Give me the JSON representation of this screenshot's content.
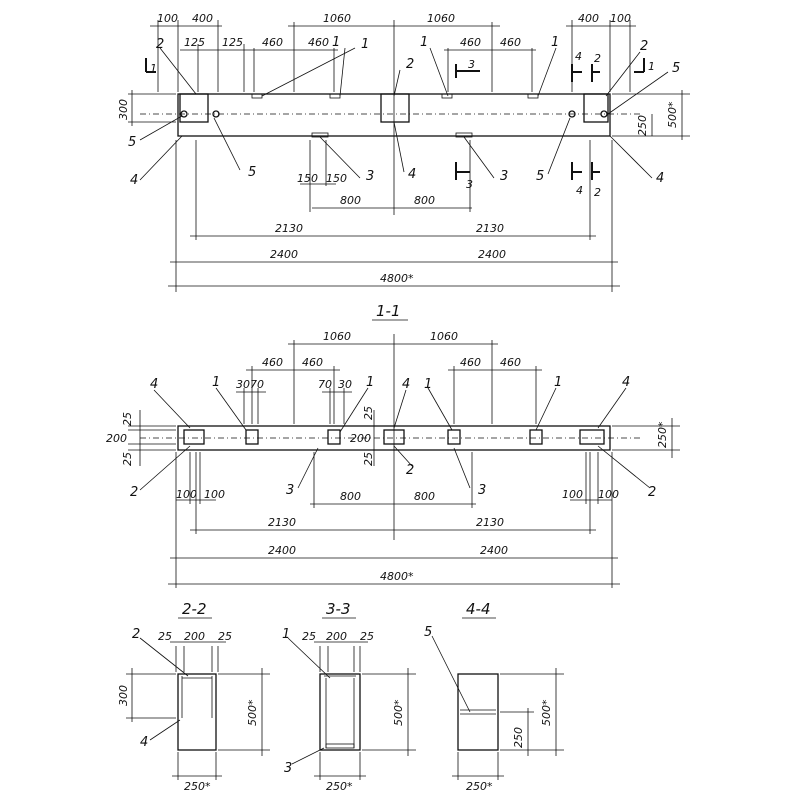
{
  "plan": {
    "top_dims": {
      "d100_left": "100",
      "d400_left": "400",
      "d1060_a": "1060",
      "d1060_b": "1060",
      "d400_right": "400",
      "d100_right": "100",
      "d125_a": "125",
      "d125_b": "125",
      "d460_1": "460",
      "d460_2": "460",
      "d460_3": "460",
      "d460_4": "460"
    },
    "side_dims": {
      "h300": "300",
      "h500": "500*",
      "h250": "250"
    },
    "bottom_dims": {
      "d150_a": "150",
      "d150_b": "150",
      "d800_a": "800",
      "d800_b": "800",
      "d2130_a": "2130",
      "d2130_b": "2130",
      "d2400_a": "2400",
      "d2400_b": "2400",
      "total": "4800*"
    },
    "labels": {
      "l2_left": "2",
      "l1_a": "1",
      "l1_b": "1",
      "l2_mid": "2",
      "l1_c": "1",
      "l1_d": "1",
      "l2_right": "2",
      "l5_right": "5",
      "l5_left": "5",
      "l4_left": "4",
      "l5_mid": "5",
      "l3_a": "3",
      "l4_mid": "4",
      "l3_b": "3",
      "l5_b": "5",
      "l4_right": "4"
    },
    "cuts": {
      "c1_top_left": "1",
      "c3_top": "3",
      "c4_top": "4",
      "c2_top": "2",
      "c1_top_right": "1",
      "c3_bottom": "3",
      "c4_bottom": "4",
      "c2_bottom": "2"
    }
  },
  "section11": {
    "title": "1-1",
    "top_dims": {
      "d1060_a": "1060",
      "d1060_b": "1060",
      "d460_1": "460",
      "d460_2": "460",
      "d460_3": "460",
      "d460_4": "460",
      "d30_a": "30",
      "d70_a": "70",
      "d70_b": "70",
      "d30_b": "30"
    },
    "side_dims": {
      "d25_a": "25",
      "d200": "200",
      "d25_b": "25",
      "h250": "250*",
      "c25_a": "25",
      "c200": "200",
      "c25_b": "25"
    },
    "bottom_dims": {
      "d100_a": "100",
      "d100_b": "100",
      "d800_a": "800",
      "d800_b": "800",
      "d100_c": "100",
      "d100_d": "100",
      "d2130_a": "2130",
      "d2130_b": "2130",
      "d2400_a": "2400",
      "d2400_b": "2400",
      "total": "4800*"
    },
    "labels": {
      "l4_left": "4",
      "l1_a": "1",
      "l1_b": "1",
      "l4_mid": "4",
      "l1_c": "1",
      "l1_d": "1",
      "l4_right": "4",
      "l2_left": "2",
      "l3_a": "3",
      "l2_mid": "2",
      "l3_b": "3",
      "l2_right": "2"
    }
  },
  "section22": {
    "title": "2-2",
    "dims": {
      "d25_a": "25",
      "d200": "200",
      "d25_b": "25",
      "h300": "300",
      "h500": "500*",
      "w250": "250*"
    },
    "labels": {
      "l2": "2",
      "l4": "4"
    }
  },
  "section33": {
    "title": "3-3",
    "dims": {
      "d25_a": "25",
      "d200": "200",
      "d25_b": "25",
      "h500": "500*",
      "w250": "250*"
    },
    "labels": {
      "l1": "1",
      "l3": "3"
    }
  },
  "section44": {
    "title": "4-4",
    "dims": {
      "h250": "250",
      "h500": "500*",
      "w250": "250*"
    },
    "labels": {
      "l5": "5"
    }
  }
}
